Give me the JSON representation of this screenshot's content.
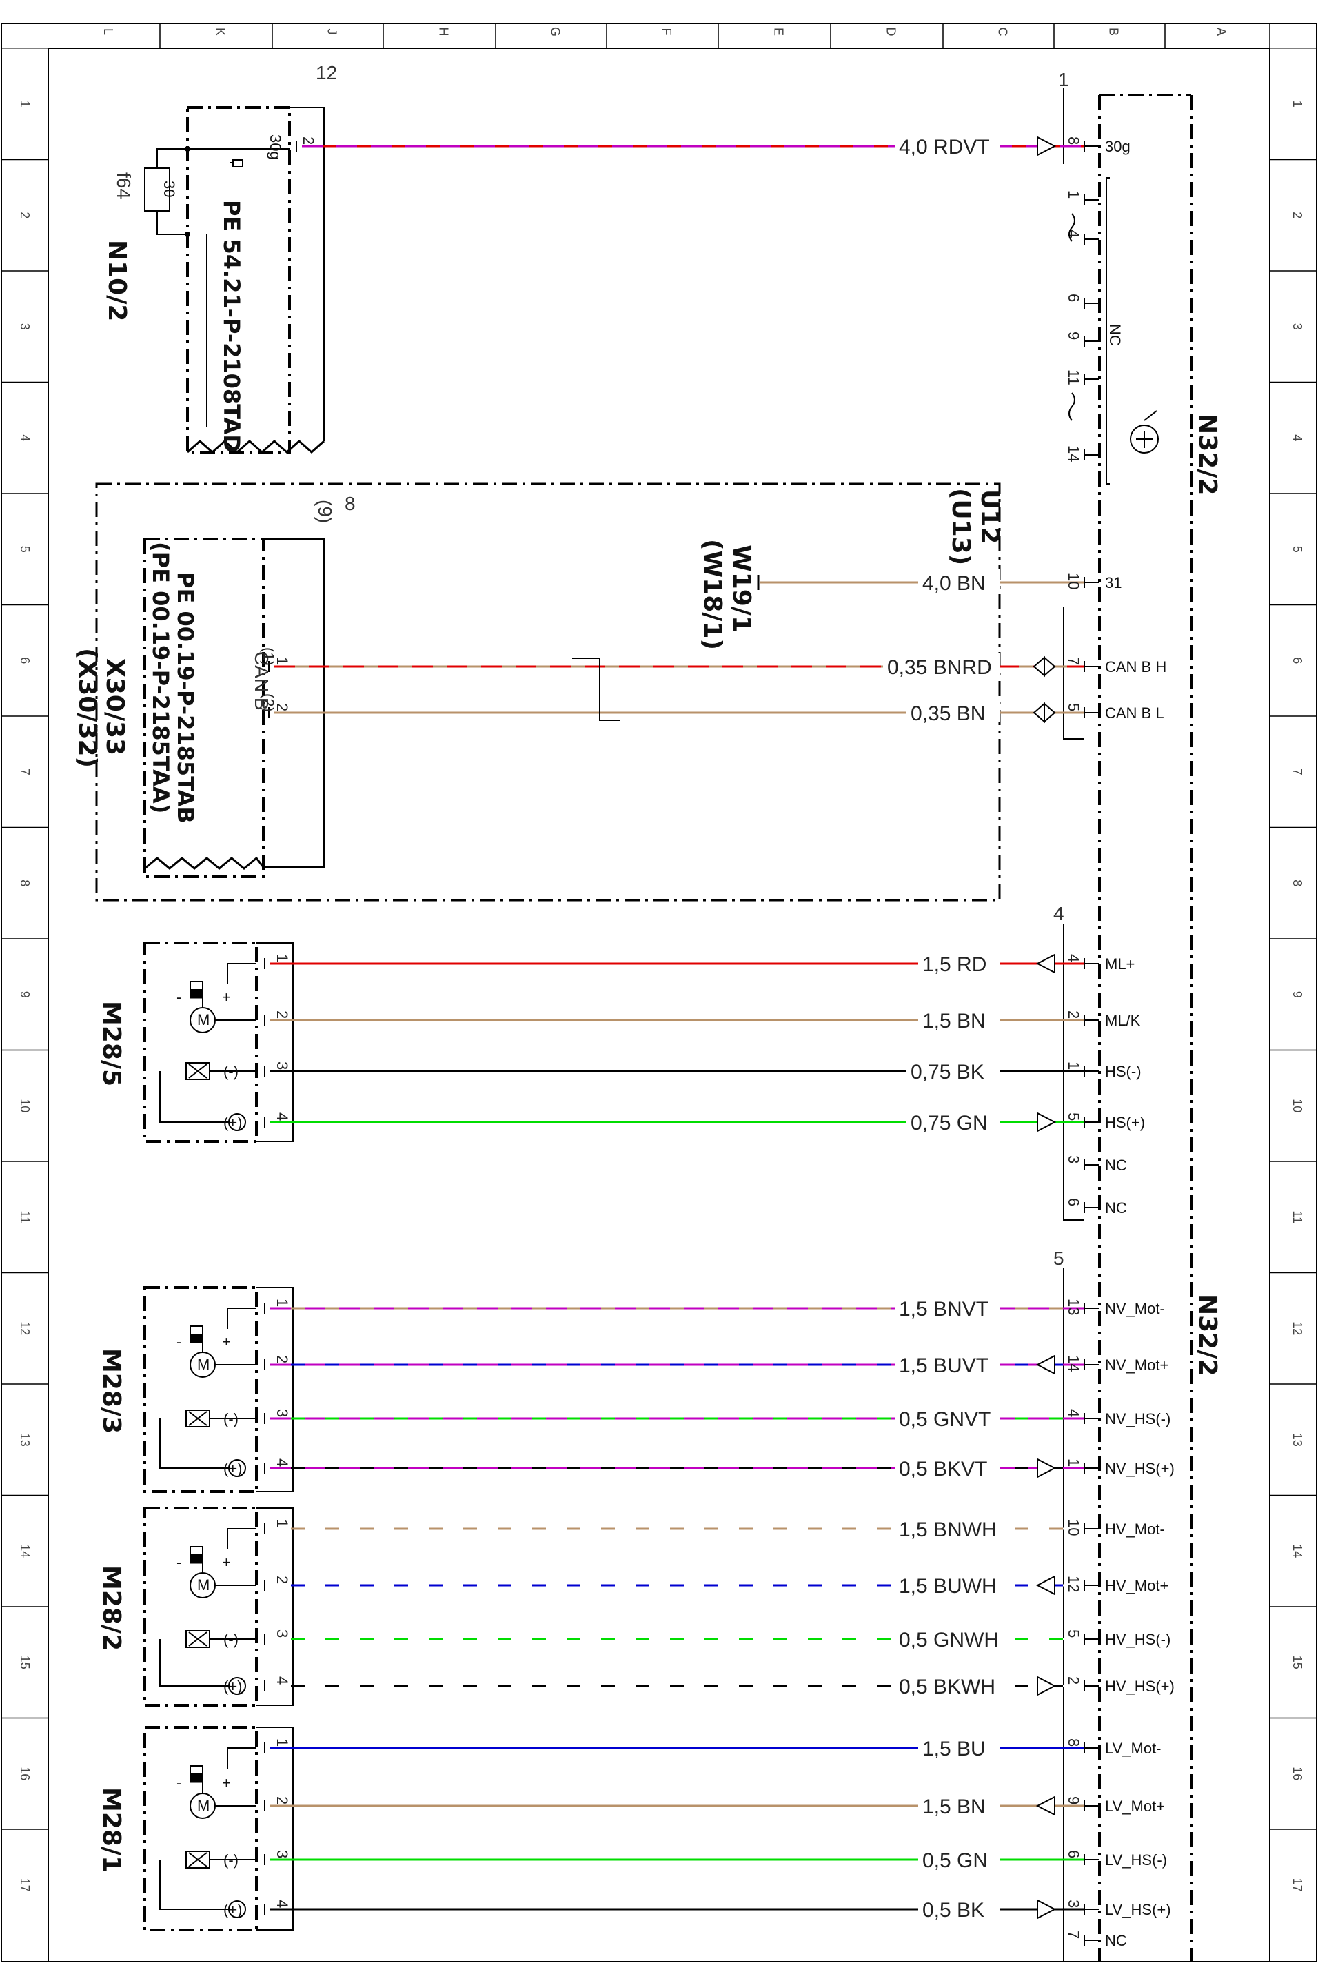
{
  "page": {
    "column_letters": [
      "L",
      "K",
      "J",
      "H",
      "G",
      "F",
      "E",
      "D",
      "C",
      "B",
      "A"
    ],
    "row_numbers": [
      "1",
      "2",
      "3",
      "4",
      "5",
      "6",
      "7",
      "8",
      "9",
      "10",
      "11",
      "12",
      "13",
      "14",
      "15",
      "16",
      "17"
    ]
  },
  "components": {
    "main_unit": "N32/2",
    "main_unit_repeat": "N32/2",
    "fuse_box": "N10/2",
    "fuse": "f64",
    "fuse_rating": "30",
    "terminal_30g": "30g",
    "fuse_ref": "PE 54.21-P-2108TAD",
    "fuse_conn": "12",
    "can_group_ref": "U12",
    "can_group_ref_alt": "(U13)",
    "ground": "W19/1",
    "ground_alt": "(W18/1)",
    "can_conn": "X30/33",
    "can_conn_alt": "(X30/32)",
    "can_ref1": "PE 00.19-P-2185TAB",
    "can_ref2": "(PE 00.19-P-2185TAA)",
    "can_label": "CAN B",
    "can_pin_no": "8",
    "can_pin_alt": "(9)",
    "conn_1": "1",
    "conn_4": "4",
    "conn_5": "5",
    "nc_bracket": "NC",
    "m28_5": "M28/5",
    "m28_3": "M28/3",
    "m28_2": "M28/2",
    "m28_1": "M28/1"
  },
  "wires": [
    {
      "label": "4,0 RDVT",
      "pin": "8",
      "signal": "30g",
      "src_pin": "2"
    },
    {
      "label": "4,0 BN",
      "pin": "10",
      "signal": "31",
      "src_pin": ""
    },
    {
      "label": "0,35 BNRD",
      "pin": "7",
      "signal": "CAN B H",
      "src_pin": "1",
      "src_alt": "(1)"
    },
    {
      "label": "0,35 BN",
      "pin": "5",
      "signal": "CAN B L",
      "src_pin": "2",
      "src_alt": "(2)"
    },
    {
      "label": "1,5 RD",
      "pin": "4",
      "signal": "ML+",
      "src_pin": "1"
    },
    {
      "label": "1,5 BN",
      "pin": "2",
      "signal": "ML/K",
      "src_pin": "2"
    },
    {
      "label": "0,75 BK",
      "pin": "1",
      "signal": "HS(-)",
      "src_pin": "3"
    },
    {
      "label": "0,75 GN",
      "pin": "5",
      "signal": "HS(+)",
      "src_pin": "4"
    },
    {
      "label": "1,5 BNVT",
      "pin": "13",
      "signal": "NV_Mot-",
      "src_pin": "1"
    },
    {
      "label": "1,5 BUVT",
      "pin": "14",
      "signal": "NV_Mot+",
      "src_pin": "2"
    },
    {
      "label": "0,5 GNVT",
      "pin": "4",
      "signal": "NV_HS(-)",
      "src_pin": "3"
    },
    {
      "label": "0,5 BKVT",
      "pin": "1",
      "signal": "NV_HS(+)",
      "src_pin": "4"
    },
    {
      "label": "1,5 BNWH",
      "pin": "10",
      "signal": "HV_Mot-",
      "src_pin": "1"
    },
    {
      "label": "1,5 BUWH",
      "pin": "12",
      "signal": "HV_Mot+",
      "src_pin": "2"
    },
    {
      "label": "0,5 GNWH",
      "pin": "5",
      "signal": "HV_HS(-)",
      "src_pin": "3"
    },
    {
      "label": "0,5 BKWH",
      "pin": "2",
      "signal": "HV_HS(+)",
      "src_pin": "4"
    },
    {
      "label": "1,5 BU",
      "pin": "8",
      "signal": "LV_Mot-",
      "src_pin": "1"
    },
    {
      "label": "1,5 BN",
      "pin": "9",
      "signal": "LV_Mot+",
      "src_pin": "2"
    },
    {
      "label": "0,5 GN",
      "pin": "6",
      "signal": "LV_HS(-)",
      "src_pin": "3"
    },
    {
      "label": "0,5 BK",
      "pin": "3",
      "signal": "LV_HS(+)",
      "src_pin": "4"
    }
  ],
  "nc_pins": [
    {
      "pin": "1",
      "signal": ""
    },
    {
      "pin": "4",
      "signal": ""
    },
    {
      "pin": "6",
      "signal": ""
    },
    {
      "pin": "9",
      "signal": ""
    },
    {
      "pin": "11",
      "signal": ""
    },
    {
      "pin": "14",
      "signal": ""
    },
    {
      "pin": "3",
      "signal": "NC"
    },
    {
      "pin": "6",
      "signal": "NC"
    },
    {
      "pin": "7",
      "signal": "NC"
    }
  ],
  "motor_symbols": {
    "minus": "-",
    "plus": "+",
    "motor": "M",
    "hs_minus": "(-)",
    "hs_plus": "(+)"
  },
  "colors": {
    "RD": "#e00000",
    "VT": "#c000c0",
    "BN": "#b8926a",
    "BU": "#0000d0",
    "BK": "#000000",
    "GN": "#00dd00",
    "WH": "#ffffff",
    "frame": "#000000"
  }
}
